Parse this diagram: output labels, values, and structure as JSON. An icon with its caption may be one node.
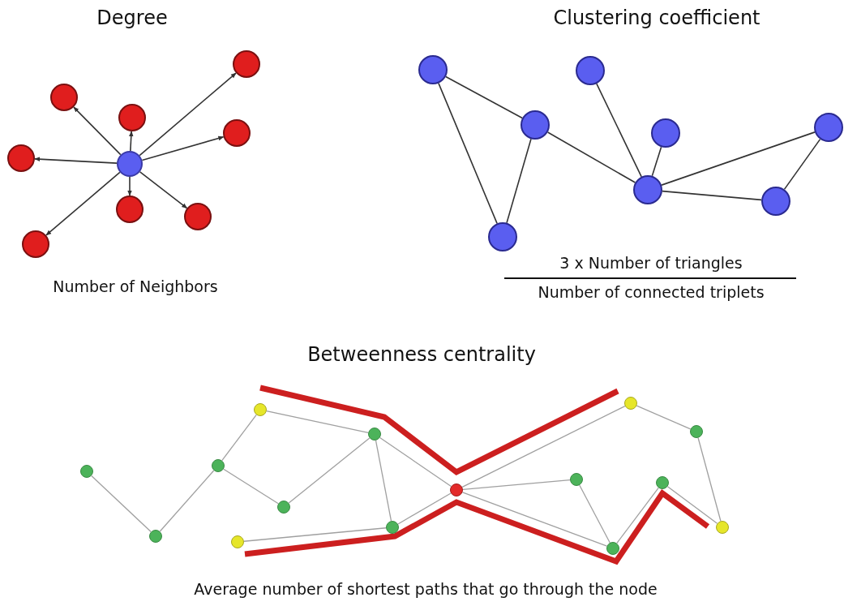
{
  "diagram": {
    "nodes": [
      {
        "text": [],
        "shape": "circle"
      },
      {
        "text": [],
        "shape": "circle"
      },
      {
        "text": [],
        "shape": "circle"
      },
      {
        "text": [],
        "shape": "circle"
      },
      {
        "text": [],
        "shape": "circle"
      },
      {
        "text": [],
        "shape": "circle"
      },
      {
        "text": [],
        "shape": "circle"
      },
      {
        "text": [],
        "shape": "circle"
      },
      {
        "text": [],
        "shape": "circle"
      },
      {
        "text": [],
        "shape": "circle"
      },
      {
        "text": [],
        "shape": "circle"
      },
      {
        "text": [],
        "shape": "circle"
      },
      {
        "text": [],
        "shape": "circle"
      },
      {
        "text": [],
        "shape": "circle"
      },
      {
        "text": [],
        "shape": "circle"
      },
      {
        "text": [],
        "shape": "circle"
      },
      {
        "text": [],
        "shape": "circle"
      },
      {
        "text": [],
        "shape": "circle"
      },
      {
        "text": [],
        "shape": "circle"
      },
      {
        "text": [],
        "shape": "circle"
      },
      {
        "text": [],
        "shape": "circle"
      },
      {
        "text": [],
        "shape": "circle"
      },
      {
        "text": [],
        "shape": "circle"
      },
      {
        "text": [],
        "shape": "circle"
      },
      {
        "text": [],
        "shape": "circle"
      },
      {
        "text": [],
        "shape": "circle"
      },
      {
        "text": [],
        "shape": "circle"
      },
      {
        "text": [],
        "shape": "circle"
      },
      {
        "text": [],
        "shape": "circle"
      },
      {
        "text": [],
        "shape": "circle"
      },
      {
        "text": [],
        "shape": "circle"
      },
      {
        "text": [],
        "shape": "circle"
      }
    ],
    "edges": [
      {
        "from": 0,
        "to": 1,
        "arrow": "to",
        "color": "#333333"
      },
      {
        "from": 0,
        "to": 2,
        "arrow": "to",
        "color": "#333333"
      },
      {
        "from": 0,
        "to": 3,
        "arrow": "to",
        "color": "#333333"
      },
      {
        "from": 0,
        "to": 4,
        "arrow": "to",
        "color": "#333333"
      },
      {
        "from": 0,
        "to": 5,
        "arrow": "to",
        "color": "#333333"
      },
      {
        "from": 0,
        "to": 6,
        "arrow": "to",
        "color": "#333333"
      },
      {
        "from": 0,
        "to": 7,
        "arrow": "to",
        "color": "#333333"
      },
      {
        "from": 0,
        "to": 8,
        "arrow": "to",
        "color": "#333333"
      },
      {
        "from": 9,
        "to": 11,
        "arrow": "none",
        "color": "#333333"
      },
      {
        "from": 9,
        "to": 16,
        "arrow": "none",
        "color": "#333333"
      },
      {
        "from": 11,
        "to": 16,
        "arrow": "none",
        "color": "#333333"
      },
      {
        "from": 11,
        "to": 14,
        "arrow": "none",
        "color": "#333333"
      },
      {
        "from": 10,
        "to": 14,
        "arrow": "none",
        "color": "#333333"
      },
      {
        "from": 12,
        "to": 14,
        "arrow": "none",
        "color": "#333333"
      },
      {
        "from": 14,
        "to": 13,
        "arrow": "none",
        "color": "#333333"
      },
      {
        "from": 14,
        "to": 15,
        "arrow": "none",
        "color": "#333333"
      },
      {
        "from": 13,
        "to": 15,
        "arrow": "none",
        "color": "#333333"
      },
      {
        "from": 17,
        "to": 18,
        "arrow": "none",
        "color": "#a0a0a0"
      },
      {
        "from": 18,
        "to": 19,
        "arrow": "none",
        "color": "#a0a0a0"
      },
      {
        "from": 19,
        "to": 20,
        "arrow": "none",
        "color": "#a0a0a0"
      },
      {
        "from": 19,
        "to": 21,
        "arrow": "none",
        "color": "#a0a0a0"
      },
      {
        "from": 21,
        "to": 22,
        "arrow": "none",
        "color": "#a0a0a0"
      },
      {
        "from": 20,
        "to": 22,
        "arrow": "none",
        "color": "#a0a0a0"
      },
      {
        "from": 22,
        "to": 24,
        "arrow": "none",
        "color": "#a0a0a0"
      },
      {
        "from": 22,
        "to": 25,
        "arrow": "none",
        "color": "#a0a0a0"
      },
      {
        "from": 23,
        "to": 24,
        "arrow": "none",
        "color": "#a0a0a0"
      },
      {
        "from": 24,
        "to": 25,
        "arrow": "none",
        "color": "#a0a0a0"
      },
      {
        "from": 25,
        "to": 26,
        "arrow": "none",
        "color": "#a0a0a0"
      },
      {
        "from": 25,
        "to": 28,
        "arrow": "none",
        "color": "#a0a0a0"
      },
      {
        "from": 25,
        "to": 30,
        "arrow": "none",
        "color": "#a0a0a0"
      },
      {
        "from": 28,
        "to": 30,
        "arrow": "none",
        "color": "#a0a0a0"
      },
      {
        "from": 30,
        "to": 29,
        "arrow": "none",
        "color": "#a0a0a0"
      },
      {
        "from": 29,
        "to": 31,
        "arrow": "none",
        "color": "#a0a0a0"
      },
      {
        "from": 26,
        "to": 27,
        "arrow": "none",
        "color": "#a0a0a0"
      },
      {
        "from": 27,
        "to": 31,
        "arrow": "none",
        "color": "#a0a0a0"
      }
    ],
    "labels": [
      "Degree",
      "Clustering coefficient",
      "Number of Neighbors",
      "3 x Number of triangles",
      "Number of connected triplets",
      "Betweenness centrality",
      "Average number of shortest paths that go through the node"
    ]
  }
}
